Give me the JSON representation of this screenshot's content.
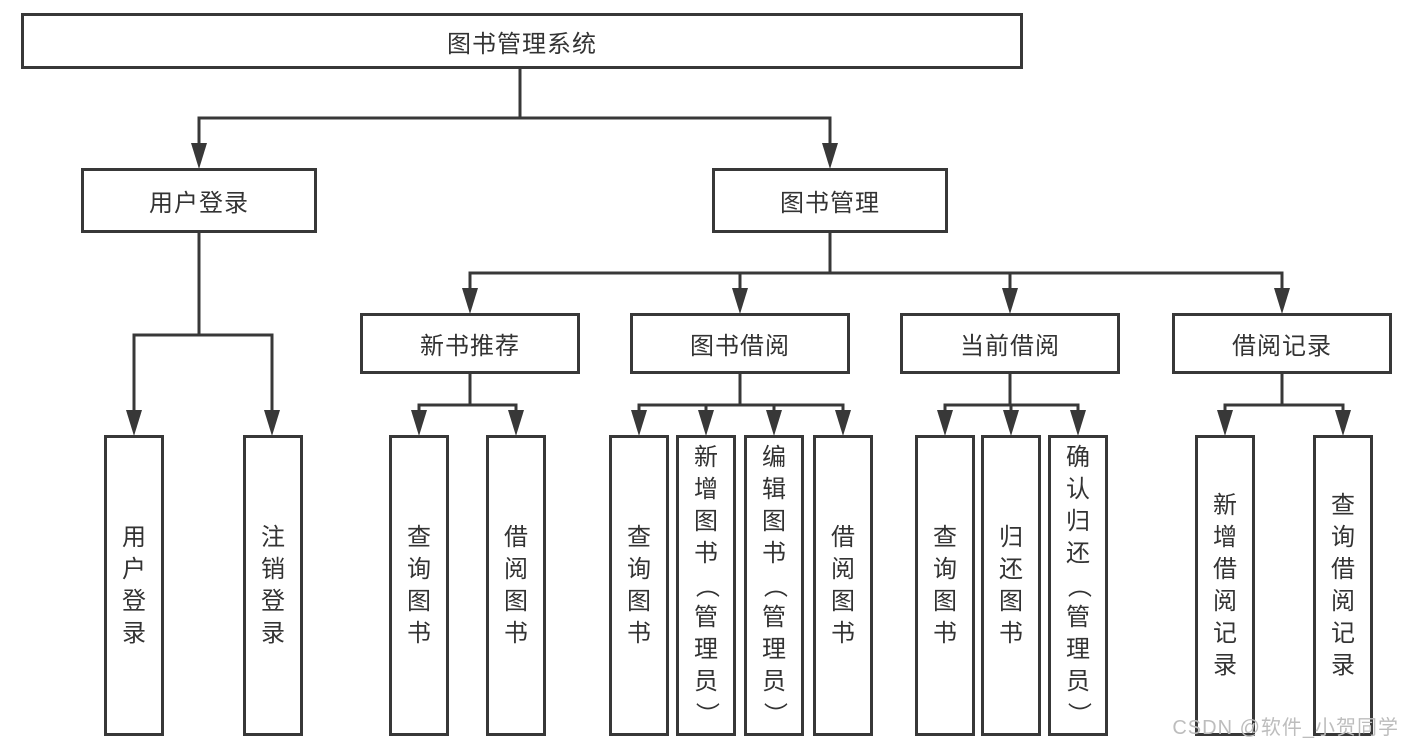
{
  "colors": {
    "line": "#383838",
    "box_border": "#383838",
    "box_text": "#333333",
    "background": "#ffffff",
    "watermark_text": "#bdbdbd"
  },
  "nodes": {
    "root": "图书管理系统",
    "user_login": "用户登录",
    "book_mgmt": "图书管理",
    "new_book_rec": "新书推荐",
    "book_borrow": "图书借阅",
    "current_borrow": "当前借阅",
    "borrow_records": "借阅记录",
    "leaf_user_login": "用户登录",
    "leaf_logout": "注销登录",
    "leaf_rec_query_books": "查询图书",
    "leaf_rec_borrow_books": "借阅图书",
    "leaf_bor_query_books": "查询图书",
    "leaf_bor_add_books": "新增图书（管理员）",
    "leaf_bor_edit_books": "编辑图书（管理员）",
    "leaf_bor_borrow_books": "借阅图书",
    "leaf_cur_query_books": "查询图书",
    "leaf_cur_return_books": "归还图书",
    "leaf_cur_confirm_return": "确认归还（管理员）",
    "leaf_hist_add_record": "新增借阅记录",
    "leaf_hist_query_record": "查询借阅记录"
  },
  "watermark": {
    "text": "CSDN @软件_小贺同学"
  }
}
